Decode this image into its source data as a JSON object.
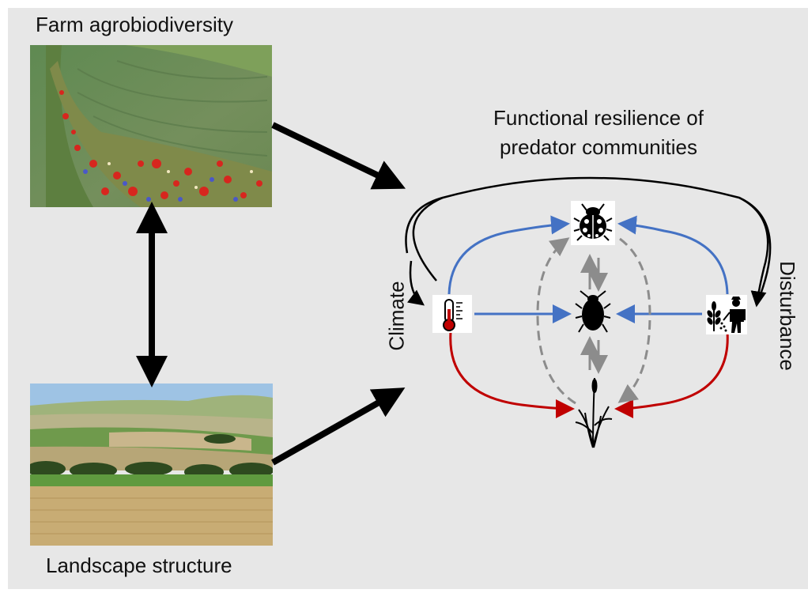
{
  "labels": {
    "farm": "Farm agrobiodiversity",
    "landscape": "Landscape structure",
    "functional_line1": "Functional resilience of",
    "functional_line2": "predator communities",
    "climate": "Climate",
    "disturbance": "Disturbance"
  },
  "colors": {
    "background": "#e7e7e7",
    "blue_arrow": "#4472c4",
    "red_arrow": "#c00000",
    "gray_arrow": "#8c8c8c",
    "black_arrow": "#000000"
  },
  "icons": {
    "predator": "ladybird-icon",
    "herbivore": "aphid-icon",
    "plant": "wheat-plant-icon",
    "climate": "thermometer-icon",
    "disturbance": "farmer-spraying-icon"
  }
}
